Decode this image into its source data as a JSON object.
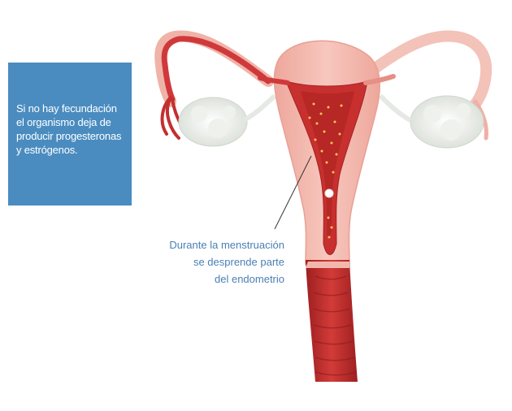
{
  "info_box": {
    "text": "Si no hay fecundación el organismo deja de producir progesteronas y estrógenos."
  },
  "caption": {
    "lines": [
      "Durante la menstruación",
      "se desprende parte",
      "del endometrio"
    ]
  },
  "colors": {
    "info_box_bg": "#4a8cc0",
    "caption_text": "#4a7fb4",
    "uterus_outer": "#f2b8ae",
    "endometrium": "#c22a2a",
    "tube": "#d0393b"
  },
  "icons": [
    "uterus-illustration"
  ]
}
